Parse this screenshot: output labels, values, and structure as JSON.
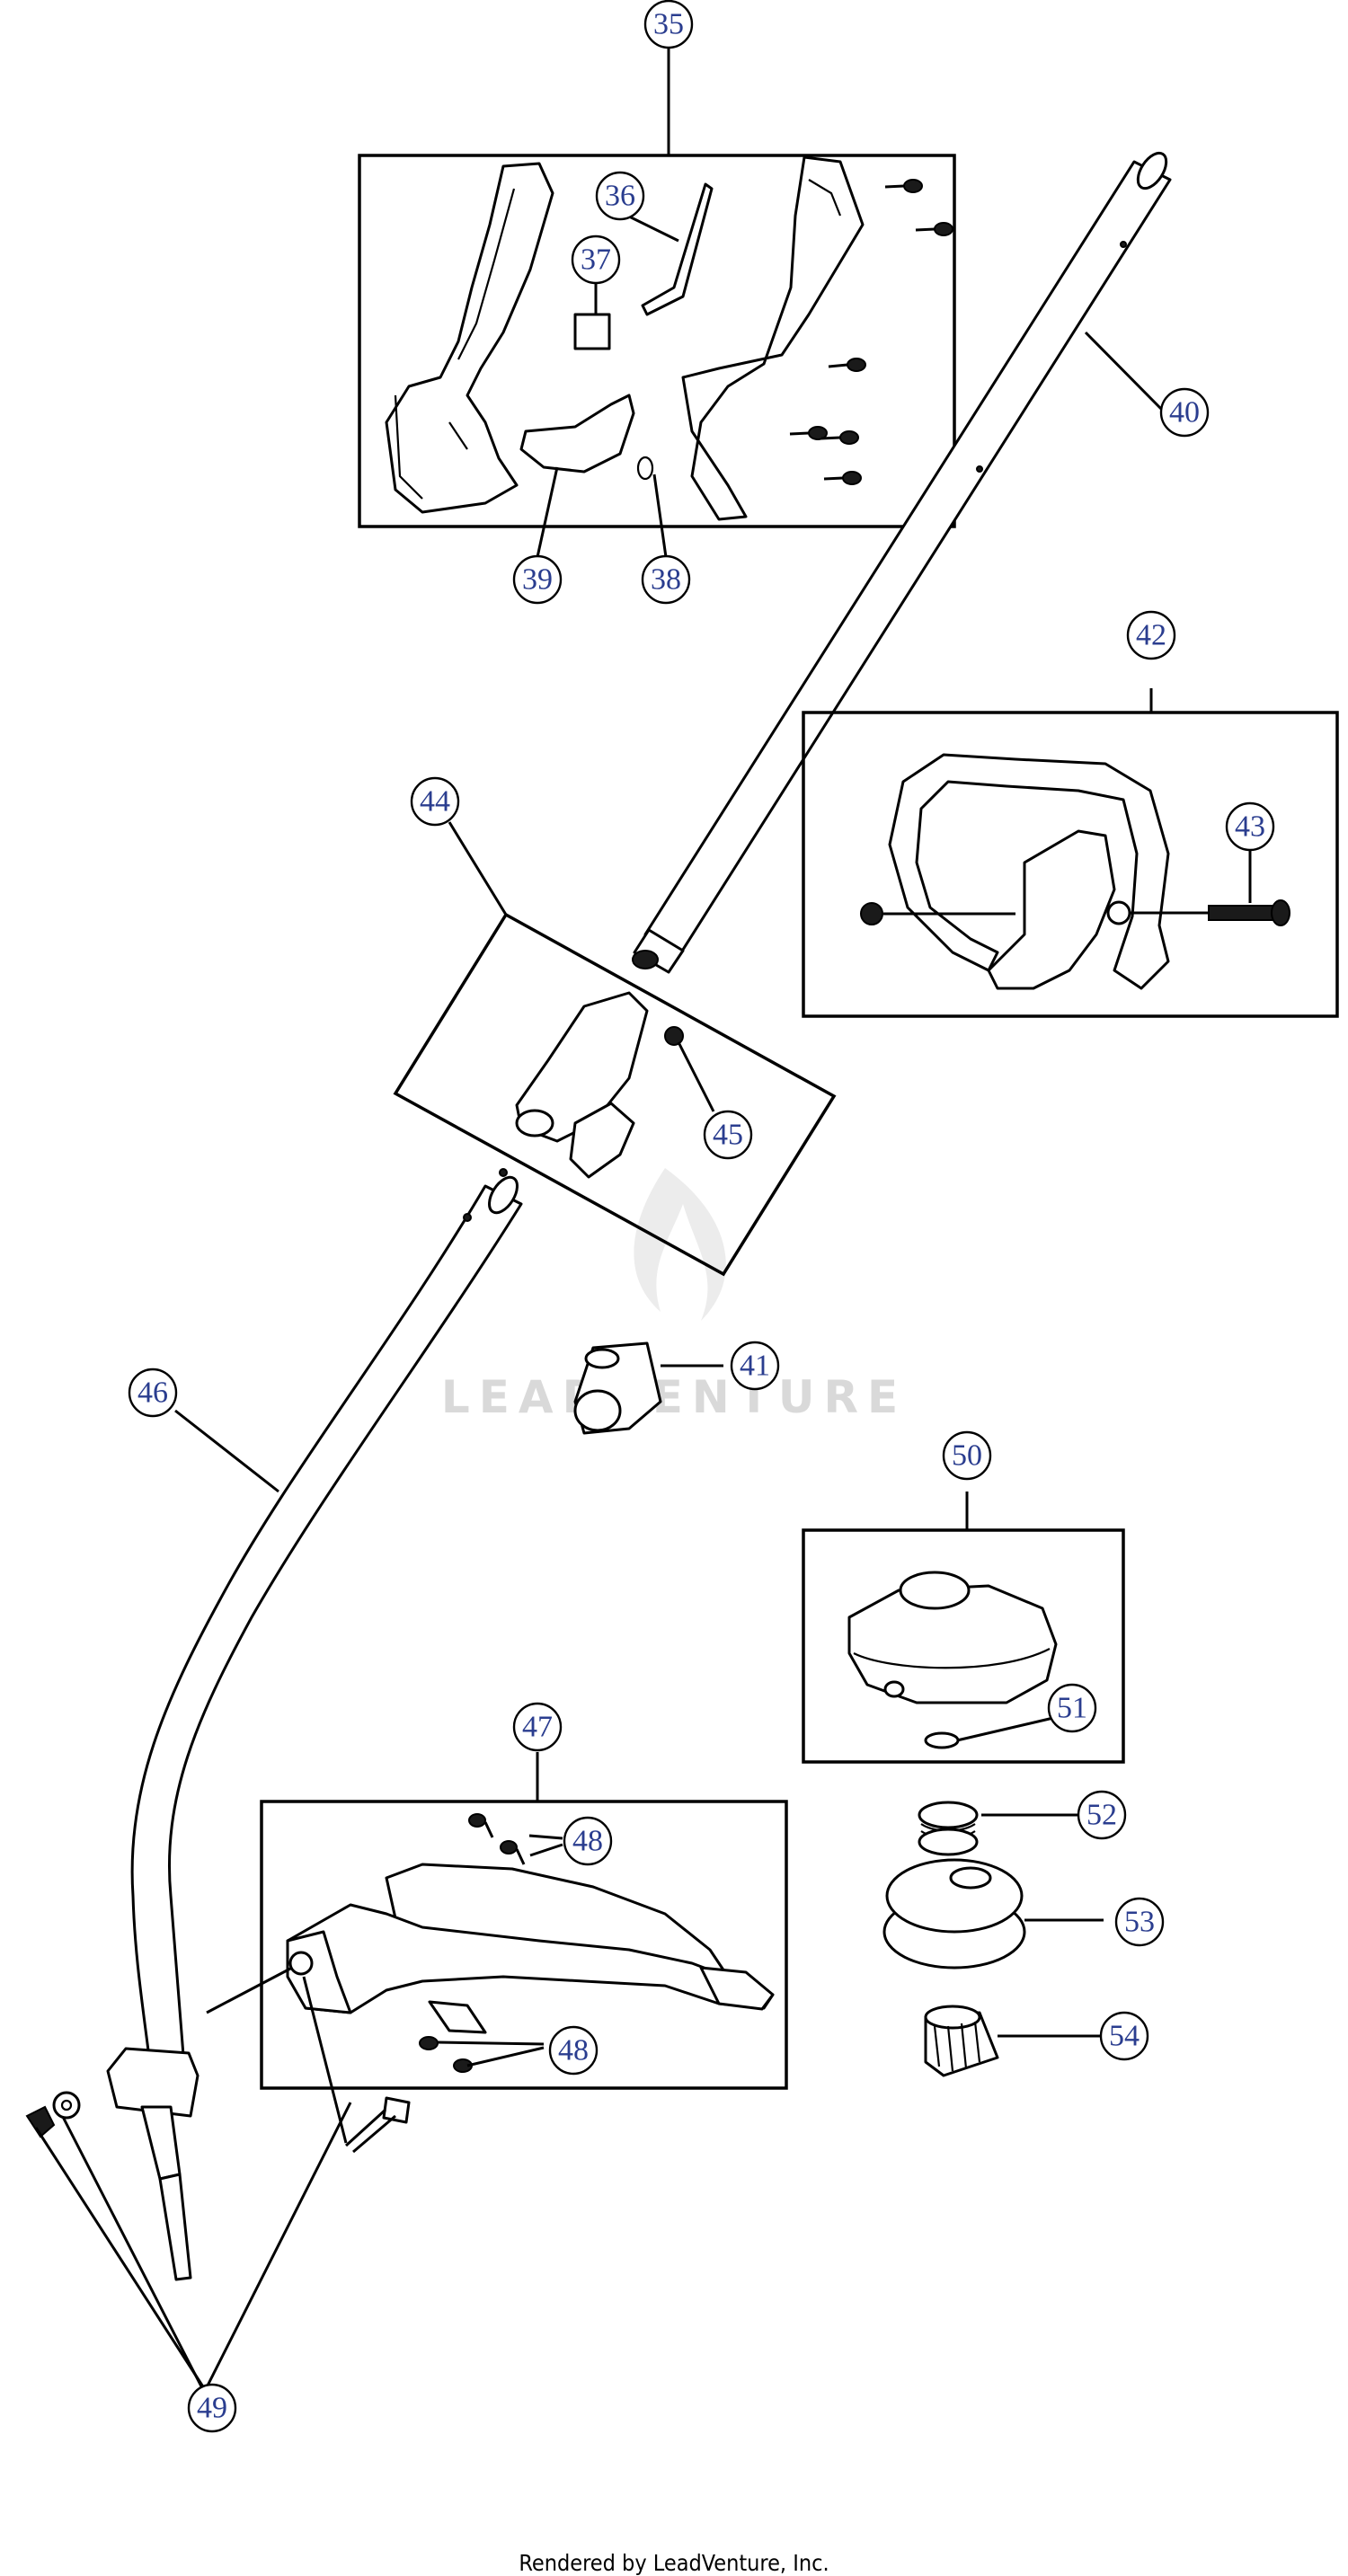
{
  "watermark": {
    "text": "LEADVENTURE"
  },
  "footer": {
    "text": "Rendered by LeadVenture, Inc."
  },
  "callouts": [
    "35",
    "36",
    "37",
    "38",
    "39",
    "40",
    "41",
    "42",
    "43",
    "44",
    "45",
    "46",
    "47",
    "48",
    "48",
    "49",
    "50",
    "51",
    "52",
    "53",
    "54"
  ]
}
